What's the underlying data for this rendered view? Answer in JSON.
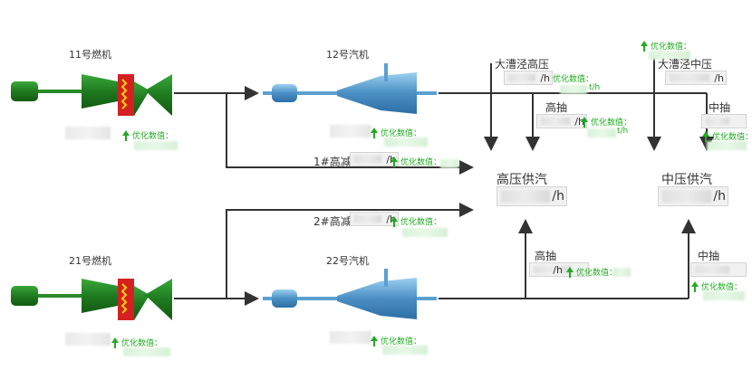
{
  "units": {
    "gas_turbine_11": "11号燃机",
    "steam_turbine_12": "12号汽机",
    "gas_turbine_21": "21号燃机",
    "steam_turbine_22": "22号汽机"
  },
  "headers": {
    "dacaojing_hp": "大漕泾高压",
    "dacaojing_mp": "大漕泾中压",
    "hp_supply": "高压供汽",
    "mp_supply": "中压供汽",
    "hp_reducer_1": "1#高减",
    "hp_reducer_2": "2#高减",
    "hp_extract_top": "高抽",
    "hp_extract_bottom": "高抽",
    "mp_extract_top": "中抽",
    "mp_extract_bottom": "中抽"
  },
  "units_text": {
    "th": "t/h",
    "h": "/h"
  },
  "optimized_label": "优化数值：",
  "colors": {
    "pipe": "#333333",
    "turbine_green": "#2a8a2a",
    "combustor_red": "#d42020",
    "combustor_yellow": "#ffd400",
    "steam_blue": "#5aa0d0",
    "opt_green": "#22aa22"
  }
}
